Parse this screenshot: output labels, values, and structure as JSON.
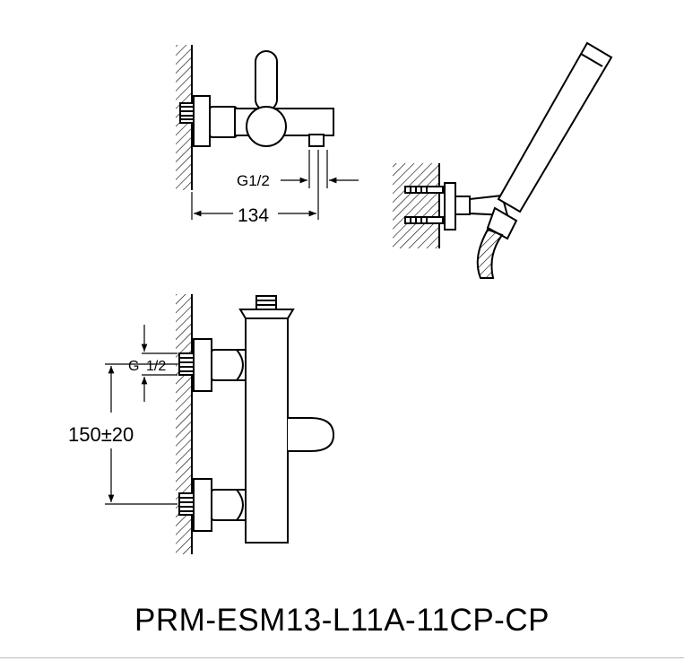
{
  "dimensions": {
    "thread_top": "G1/2",
    "length": "134",
    "thread_side_g": "G",
    "thread_side_size": "1/2",
    "center_distance": "150±20"
  },
  "model_code": "PRM-ESM13-L11A-11CP-CP"
}
